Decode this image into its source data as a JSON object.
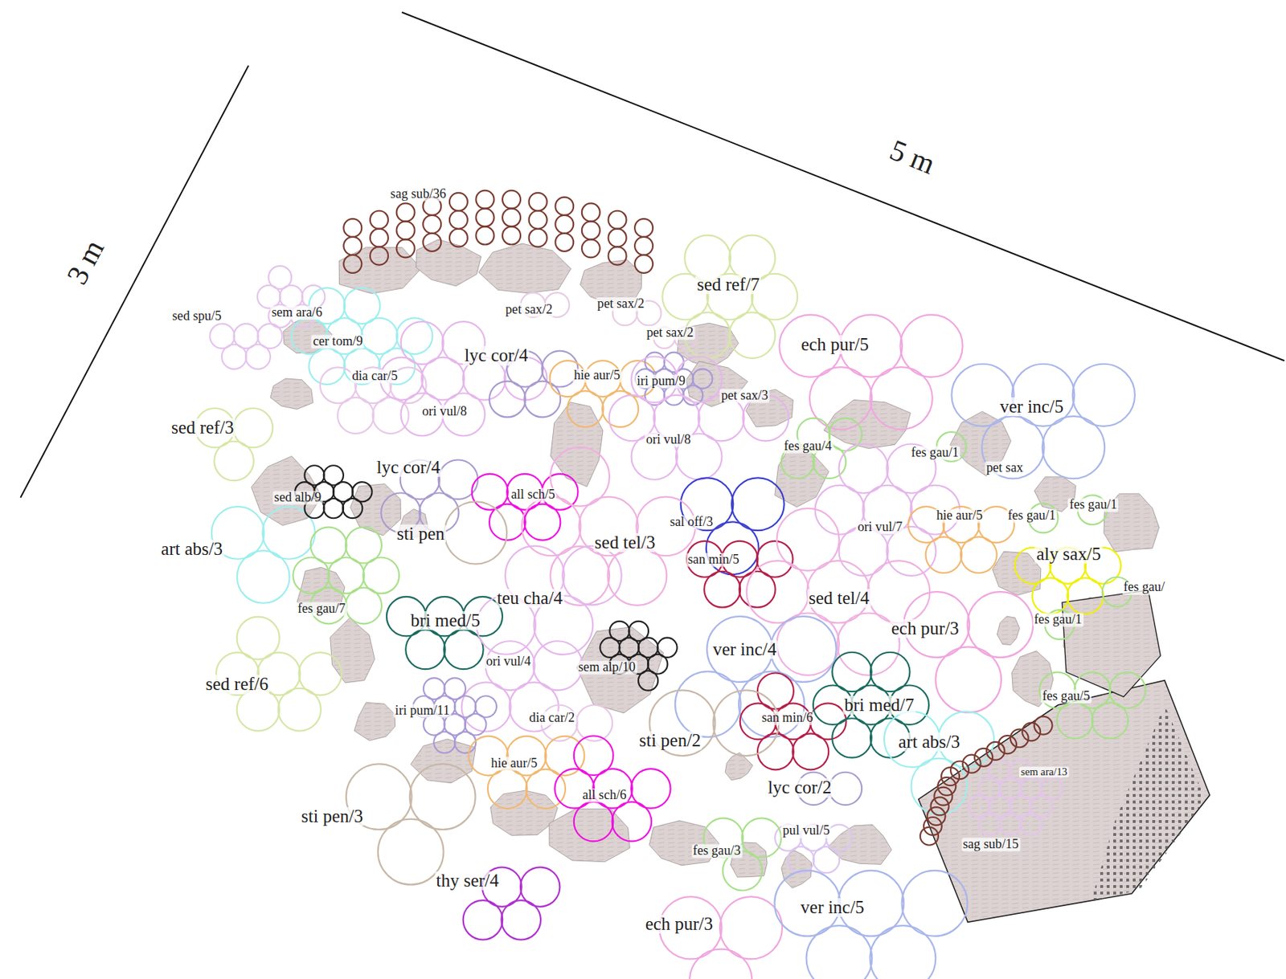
{
  "diagram": {
    "labels": [
      "3 m",
      "5 m",
      "sag sub/36",
      "sed spu/5",
      "sem ara/6",
      "cer tom/9",
      "pet sax/2",
      "pet sax/2",
      "pet sax/2",
      "sed ref/7",
      "ech pur/5",
      "lyc cor/4",
      "hie aur/5",
      "iri pum/9",
      "dia car/5",
      "pet sax/3",
      "ver inc/5",
      "ori vul/8",
      "ori vul/8",
      "sed ref/3",
      "fes gau/4",
      "fes gau/1",
      "pet sax",
      "lyc cor/4",
      "all sch/5",
      "sed alb/9",
      "sal off/3",
      "fes gau/1",
      "hie aur/5",
      "fes gau/1",
      "ori vul/7",
      "sti pen",
      "art abs/3",
      "sed tel/3",
      "san min/5",
      "aly sax/5",
      "fes gau/",
      "teu cha/4",
      "fes gau/7",
      "bri med/5",
      "sed tel/4",
      "fes gau/1",
      "ech pur/3",
      "ver inc/4",
      "ori vul/4",
      "sem alp/10",
      "sed ref/6",
      "bri med/7",
      "iri pum/11",
      "dia car/2",
      "san min/6",
      "fes gau/5",
      "sti pen/2",
      "art abs/3",
      "sem ara/13",
      "hie aur/5",
      "lyc cor/2",
      "all sch/6",
      "sti pen/3",
      "pul vul/5",
      "fes gau/3",
      "sag sub/15",
      "thy ser/4",
      "ech pur/3",
      "ver inc/5"
    ]
  }
}
